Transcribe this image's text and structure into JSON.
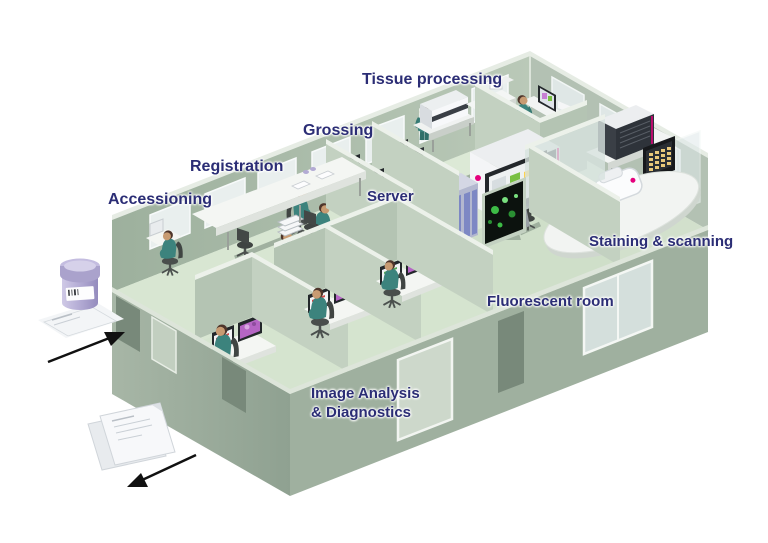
{
  "labels": {
    "accessioning": "Accessioning",
    "registration": "Registration",
    "grossing": "Grossing",
    "tissue_processing": "Tissue processing",
    "server": "Server",
    "staining_scanning": "Staining & scanning",
    "fluorescent_room": "Fluorescent room",
    "image_analysis_line1": "Image Analysis",
    "image_analysis_line2": "& Diagnostics"
  },
  "colors": {
    "label_text": "#2b2d75",
    "floor_green": "#d6e4d0",
    "wall_green": "#aebfae",
    "scrubs_teal": "#3c837d",
    "accent_magenta": "#e5007d",
    "fluorescent_green": "#3dbb46",
    "histology_purple": "#b565c4",
    "server_rack_lavender": "#b3b8cf",
    "specimen_jar_lavender": "#b3abd4",
    "flow_arrow_gray": "#9aab9a",
    "io_arrow_black": "#111111"
  }
}
